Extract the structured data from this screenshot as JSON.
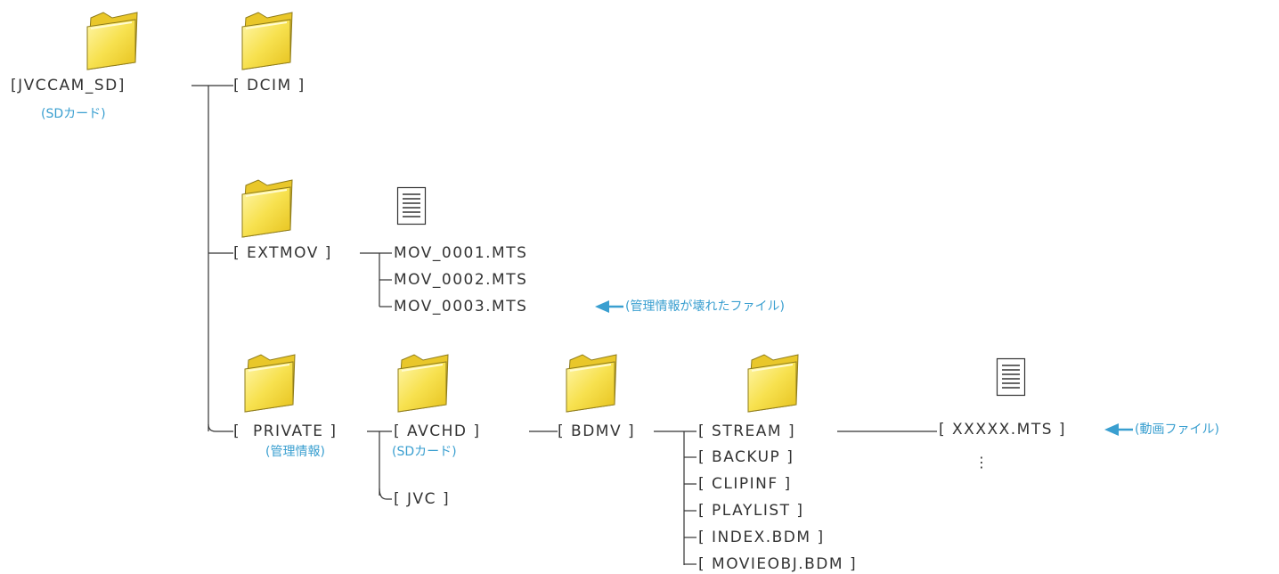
{
  "tree": {
    "root": {
      "label": "[JVCCAM_SD]",
      "note": "(SDカード)"
    },
    "dcim": {
      "label": "[ DCIM ]"
    },
    "extmov": {
      "label": "[ EXTMOV ]"
    },
    "mov1": {
      "label": "MOV_0001.MTS"
    },
    "mov2": {
      "label": "MOV_0002.MTS"
    },
    "mov3": {
      "label": "MOV_0003.MTS",
      "note": "(管理情報が壊れたファイル)"
    },
    "private": {
      "label": "[  PRIVATE ]",
      "note": "(管理情報)"
    },
    "avchd": {
      "label": "[ AVCHD ]",
      "note": "(SDカード)"
    },
    "jvc": {
      "label": "[ JVC ]"
    },
    "bdmv": {
      "label": "[ BDMV ]"
    },
    "stream": {
      "label": "[ STREAM ]"
    },
    "backup": {
      "label": "[ BACKUP ]"
    },
    "clipinf": {
      "label": "[ CLIPINF ]"
    },
    "playlist": {
      "label": "[ PLAYLIST ]"
    },
    "index": {
      "label": "[ INDEX.BDM ]"
    },
    "movieobj": {
      "label": "[ MOVIEOBJ.BDM ]"
    },
    "mts": {
      "label": "[ XXXXX.MTS ]",
      "note": "(動画ファイル)",
      "more": "⋮"
    }
  },
  "colors": {
    "accent": "#3a9fd0",
    "line": "#333333",
    "text": "#333333",
    "folder_fill": "#f6e25a",
    "folder_stroke": "#8f7c1a"
  }
}
